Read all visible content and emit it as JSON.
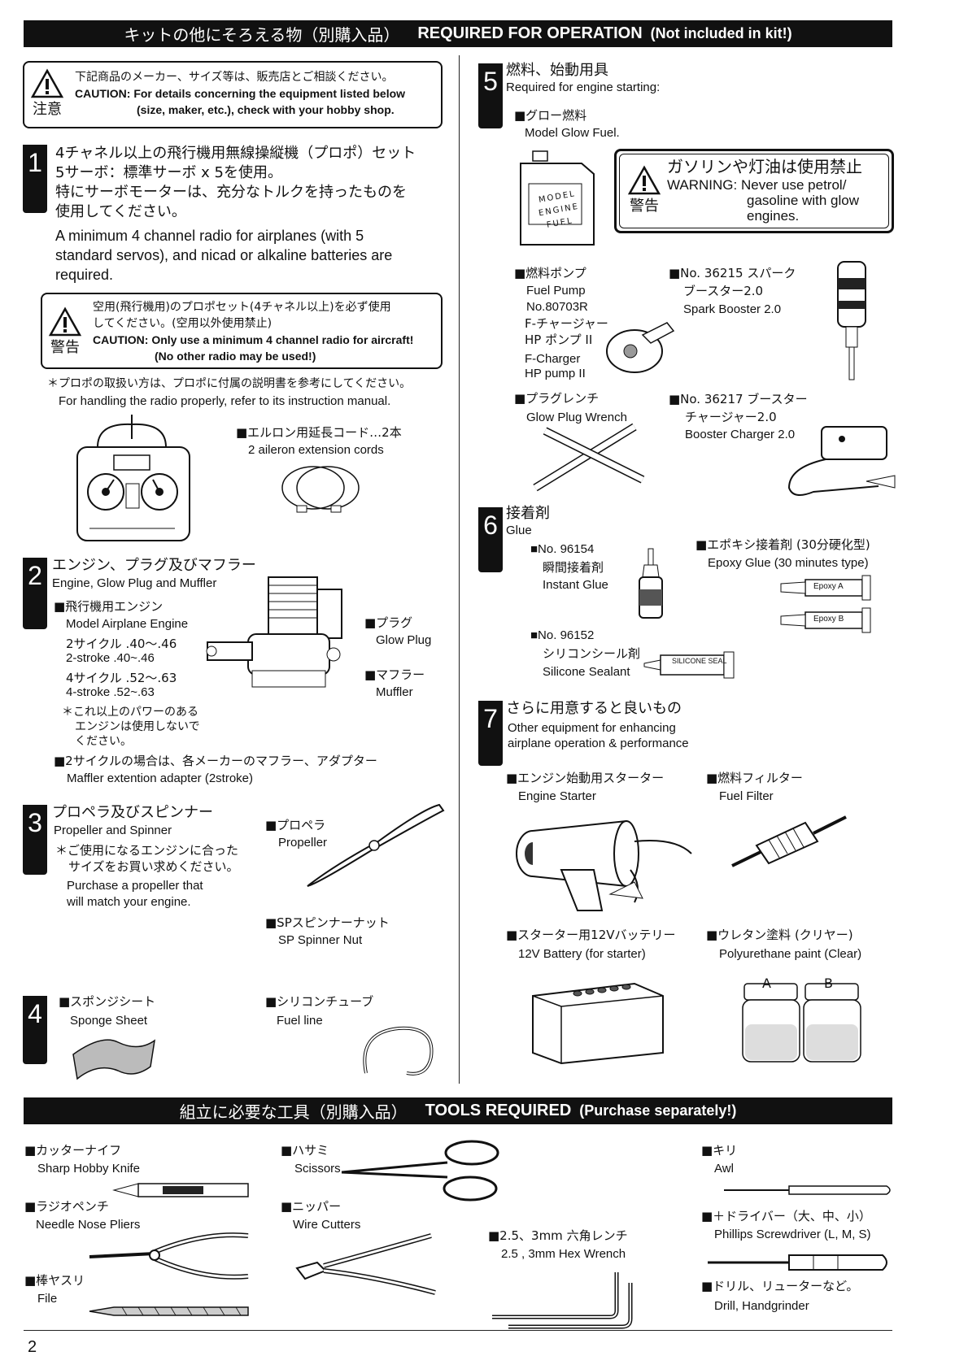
{
  "header": {
    "jp": "キットの他にそろえる物（別購入品）",
    "en": "REQUIRED FOR OPERATION",
    "en_note": "(Not included in kit!)"
  },
  "caution1": {
    "jp": "下記商品のメーカー、サイズ等は、販売店とご相談ください。",
    "en1": "CAUTION: For details concerning the equipment listed below",
    "en2": "(size, maker, etc.), check with your hobby shop.",
    "label": "注意"
  },
  "sec1": {
    "num": "1",
    "jp1": "4チャネル以上の飛行機用無線操縦機（プロポ）セット",
    "jp2": "5サーボ：標準サーボ x 5を使用。",
    "jp3": "特にサーボモーターは、充分なトルクを持ったものを",
    "jp4": "使用してください。",
    "en1": "A minimum 4 channel radio for airplanes (with 5",
    "en2": "standard servos),  and nicad or alkaline batteries are",
    "en3": "required.",
    "caution_jp1": "空用(飛行機用)のプロポセット(4チャネル以上)を必ず使用",
    "caution_jp2": "してください。(空用以外使用禁止)",
    "caution_en1": "CAUTION: Only use a minimum 4  channel radio for aircraft!",
    "caution_en2": "(No other radio may be used!)",
    "caution_label": "警告",
    "note_jp": "＊プロポの取扱い方は、プロポに付属の説明書を参考にしてください。",
    "note_en": "For handling the radio properly, refer to its instruction manual.",
    "ext_jp": "■エルロン用延長コード…2本",
    "ext_en": "2 aileron extension cords"
  },
  "sec2": {
    "num": "2",
    "jp": "エンジン、プラグ及びマフラー",
    "en": "Engine, Glow Plug and Muffler",
    "engine_jp": "■飛行機用エンジン",
    "engine_en": "Model Airplane Engine",
    "s2_jp": "2サイクル .40〜.46",
    "s2_en": "2-stroke  .40~.46",
    "s4_jp": "4サイクル .52〜.63",
    "s4_en": "4-stroke  .52~.63",
    "warn1": "＊これ以上のパワーのある",
    "warn2": "エンジンは使用しないで",
    "warn3": "ください。",
    "plug_jp": "■プラグ",
    "plug_en": "Glow Plug",
    "muffler_jp": "■マフラー",
    "muffler_en": "Muffler",
    "adapter_jp": "■2サイクルの場合は、各メーカーのマフラー、アダプター",
    "adapter_en": "Maffler extention adapter (2stroke)"
  },
  "sec3": {
    "num": "3",
    "jp": "プロペラ及びスピンナー",
    "en": "Propeller and Spinner",
    "note_jp1": "＊ご使用になるエンジンに合った",
    "note_jp2": "サイズをお買い求めください。",
    "note_en1": "Purchase a propeller that",
    "note_en2": "will match  your engine.",
    "prop_jp": "■プロペラ",
    "prop_en": "Propeller",
    "spinner_jp": "■SPスピンナーナット",
    "spinner_en": "SP Spinner Nut"
  },
  "sec4": {
    "num": "4",
    "sponge_jp": "■スポンジシート",
    "sponge_en": "Sponge Sheet",
    "tube_jp": "■シリコンチューブ",
    "tube_en": "Fuel line"
  },
  "sec5": {
    "num": "5",
    "jp": "燃料、始動用具",
    "en": "Required for engine starting:",
    "fuel_jp": "■グロー燃料",
    "fuel_en": "Model Glow Fuel.",
    "can_label1": "MODEL",
    "can_label2": "ENGINE",
    "can_label3": "FUEL",
    "warn_jp": "ガソリンや灯油は使用禁止",
    "warn_en1": "WARNING: Never use petrol/",
    "warn_en2": "gasoline with glow",
    "warn_en3": "engines.",
    "warn_label": "警告",
    "pump_jp": "■燃料ポンプ",
    "pump_en": "Fuel Pump",
    "pump_no": "No.80703R",
    "pump_jp2": "F-チャージャー",
    "pump_jp3": "HP ポンプ II",
    "pump_en2": "F-Charger",
    "pump_en3": "HP pump II",
    "spark_jp1": "■No. 36215  スパーク",
    "spark_jp2": "ブースター2.0",
    "spark_en": "Spark Booster 2.0",
    "wrench_jp": "■プラグレンチ",
    "wrench_en": "Glow Plug Wrench",
    "charger_jp1": "■No. 36217  ブースター",
    "charger_jp2": "チャージャー2.0",
    "charger_en": "Booster Charger 2.0"
  },
  "sec6": {
    "num": "6",
    "jp": "接着剤",
    "en": "Glue",
    "instant_no": "■No. 96154",
    "instant_jp": "瞬間接着剤",
    "instant_en": "Instant Glue",
    "epoxy_jp": "■エポキシ接着剤 (30分硬化型)",
    "epoxy_en": "Epoxy Glue (30 minutes type)",
    "epoxy_a": "Epoxy A",
    "epoxy_b": "Epoxy B",
    "seal_no": "■No. 96152",
    "seal_jp": "シリコンシール剤",
    "seal_en": "Silicone Sealant",
    "seal_label": "SILICONE SEAL"
  },
  "sec7": {
    "num": "7",
    "jp": "さらに用意すると良いもの",
    "en1": "Other equipment for enhancing",
    "en2": "airplane operation & performance",
    "starter_jp": "■エンジン始動用スターター",
    "starter_en": "Engine Starter",
    "filter_jp": "■燃料フィルター",
    "filter_en": "Fuel Filter",
    "battery_jp": "■スターター用12Vバッテリー",
    "battery_en": "12V Battery (for starter)",
    "paint_jp": "■ウレタン塗料 (クリヤー)",
    "paint_en": "Polyurethane paint (Clear)",
    "jar_a": "A",
    "jar_b": "B"
  },
  "tools_header": {
    "jp": "組立に必要な工具（別購入品）",
    "en": "TOOLS REQUIRED",
    "en_note": "(Purchase separately!)"
  },
  "tools": {
    "knife_jp": "■カッターナイフ",
    "knife_en": "Sharp Hobby Knife",
    "scissors_jp": "■ハサミ",
    "scissors_en": "Scissors",
    "awl_jp": "■キリ",
    "awl_en": "Awl",
    "pliers_jp": "■ラジオペンチ",
    "pliers_en": "Needle Nose Pliers",
    "cutters_jp": "■ニッパー",
    "cutters_en": "Wire Cutters",
    "driver_jp": "■＋ドライバー（大、中、小）",
    "driver_en": "Phillips Screwdriver (L, M, S)",
    "hex_jp": "■2.5、3mm 六角レンチ",
    "hex_en": "2.5 , 3mm Hex Wrench",
    "file_jp": "■棒ヤスリ",
    "file_en": "File",
    "drill_jp": "■ドリル、リューターなど。",
    "drill_en": "Drill, Handgrinder"
  },
  "page_number": "2"
}
